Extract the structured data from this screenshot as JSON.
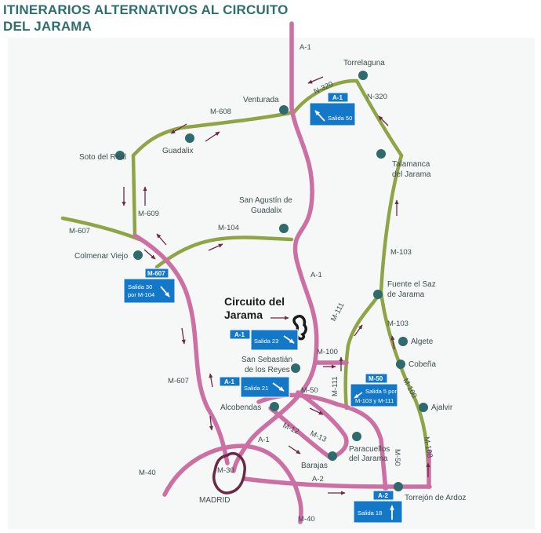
{
  "title": {
    "line1": "ITINERARIOS ALTERNATIVOS AL CIRCUITO",
    "line2": "DEL JARAMA"
  },
  "colors": {
    "title": "#2e6e6e",
    "pink_road": "#cc6fa3",
    "green_road": "#8fa545",
    "town_dot": "#2f6b6d",
    "sign_blue": "#1478c8",
    "arrow": "#6a2a45",
    "madrid_ring": "#6a2a45"
  },
  "towns": {
    "torrelaguna": "Torrelaguna",
    "venturada": "Venturada",
    "guadalix": "Guadalix",
    "soto_del_real": "Soto del Real",
    "talamanca_1": "Talamanca",
    "talamanca_2": "del Jarama",
    "san_agustin_1": "San Agustín de",
    "san_agustin_2": "Guadalix",
    "colmenar_viejo": "Colmenar Viejo",
    "fuente_el_saz_1": "Fuente el Saz",
    "fuente_el_saz_2": "de Jarama",
    "algete": "Algete",
    "cobena": "Cobeña",
    "san_sebastian_1": "San Sebastián",
    "san_sebastian_2": "de los Reyes",
    "alcobendas": "Alcobendas",
    "ajalvir": "Ajalvir",
    "paracuellos_1": "Paracuellos",
    "paracuellos_2": "del Jarama",
    "barajas": "Barajas",
    "torrejon": "Torrejón de Ardoz",
    "madrid": "MADRID"
  },
  "roads": {
    "a1_top": "A-1",
    "n320_a": "N-320",
    "n320_b": "N-320",
    "m608": "M-608",
    "m609": "M-609",
    "m607_left": "M-607",
    "m104": "M-104",
    "a1_mid": "A-1",
    "m103_a": "M-103",
    "m103_b": "M-103",
    "m111_a": "M-111",
    "m111_b": "M-111",
    "m100_a": "M-100",
    "m100_b": "M-100",
    "m607_lower": "M-607",
    "m50_a": "M-50",
    "m50_b": "M-50",
    "m12": "M-12",
    "m13": "M-13",
    "a1_low": "A-1",
    "m108": "M-108",
    "m40_left": "M-40",
    "m30": "M-30",
    "a2": "A-2",
    "m40_bottom": "M-40"
  },
  "circuit": {
    "line1": "Circuito del",
    "line2": "Jarama"
  },
  "signs": {
    "s1": {
      "road": "A-1",
      "text": "Salida 50"
    },
    "s2": {
      "road": "M-607",
      "text1": "Salida 30",
      "text2": "por M-104"
    },
    "s3": {
      "road": "A-1",
      "text": "Salida 23"
    },
    "s4": {
      "road": "A-1",
      "text": "Salida 21"
    },
    "s5": {
      "road": "M-50",
      "text1": "Salida 5 por",
      "text2": "M-103 y M-111"
    },
    "s6": {
      "road": "A-2",
      "text": "Salida 18"
    }
  }
}
